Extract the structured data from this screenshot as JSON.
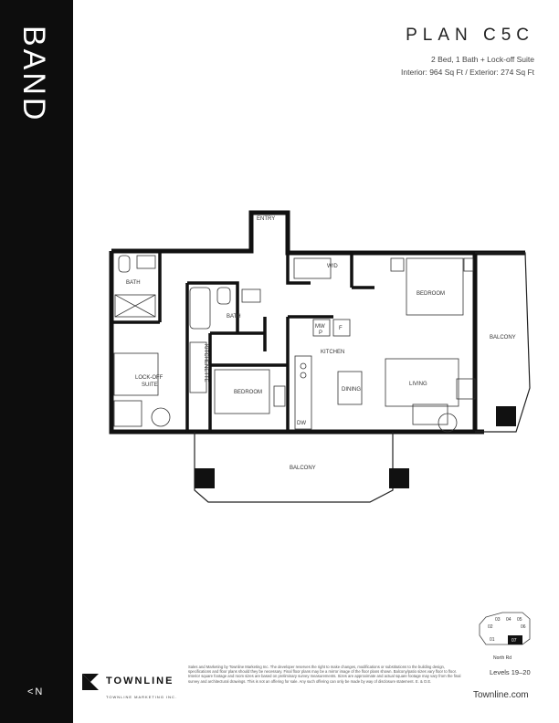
{
  "brand": "BAND",
  "north_label": "<N",
  "plan": {
    "title": "PLAN C5C",
    "subtitle": "2 Bed, 1 Bath + Lock-off Suite",
    "area": "Interior: 964 Sq Ft  /  Exterior: 274 Sq Ft"
  },
  "rooms": {
    "entry": "ENTRY",
    "bath1": "BATH",
    "bath2": "BATH",
    "wd": "W/D",
    "bedroom_main": "BEDROOM",
    "balcony_side": "BALCONY",
    "lockoff_line1": "LOCK-OFF",
    "lockoff_line2": "SUITE",
    "kitchenette": "KITCHENETTE",
    "bedroom2": "BEDROOM",
    "mw": "MW",
    "p": "P",
    "f": "F",
    "kitchen": "KITCHEN",
    "dining": "DINING",
    "living": "LIVING",
    "dw": "DW",
    "balcony_bottom": "BALCONY"
  },
  "footer": {
    "logo_name": "TOWNLINE",
    "logo_sub": "TOWNLINE MARKETING INC.",
    "disclaimer": "Sales and Marketing by Townline Marketing Inc. The developer reserves the right to make changes, modifications or substitutions to the building design, specifications and floor plans should they be necessary. Final floor plans may be a mirror image of the floor plans shown. Balcony/patio sizes vary floor to floor. Interior square footage and room sizes are based on preliminary survey measurements. Sizes are approximate and actual square footage may vary from the final survey and architectural drawings. This is not an offering for sale. Any such offering can only be made by way of disclosure statement. E. & O.E.",
    "keyplan_units": [
      "03",
      "04",
      "05",
      "02",
      "06",
      "01",
      "07"
    ],
    "keyplan_road": "North Rd",
    "levels": "Levels 19–20",
    "website": "Townline.com"
  }
}
